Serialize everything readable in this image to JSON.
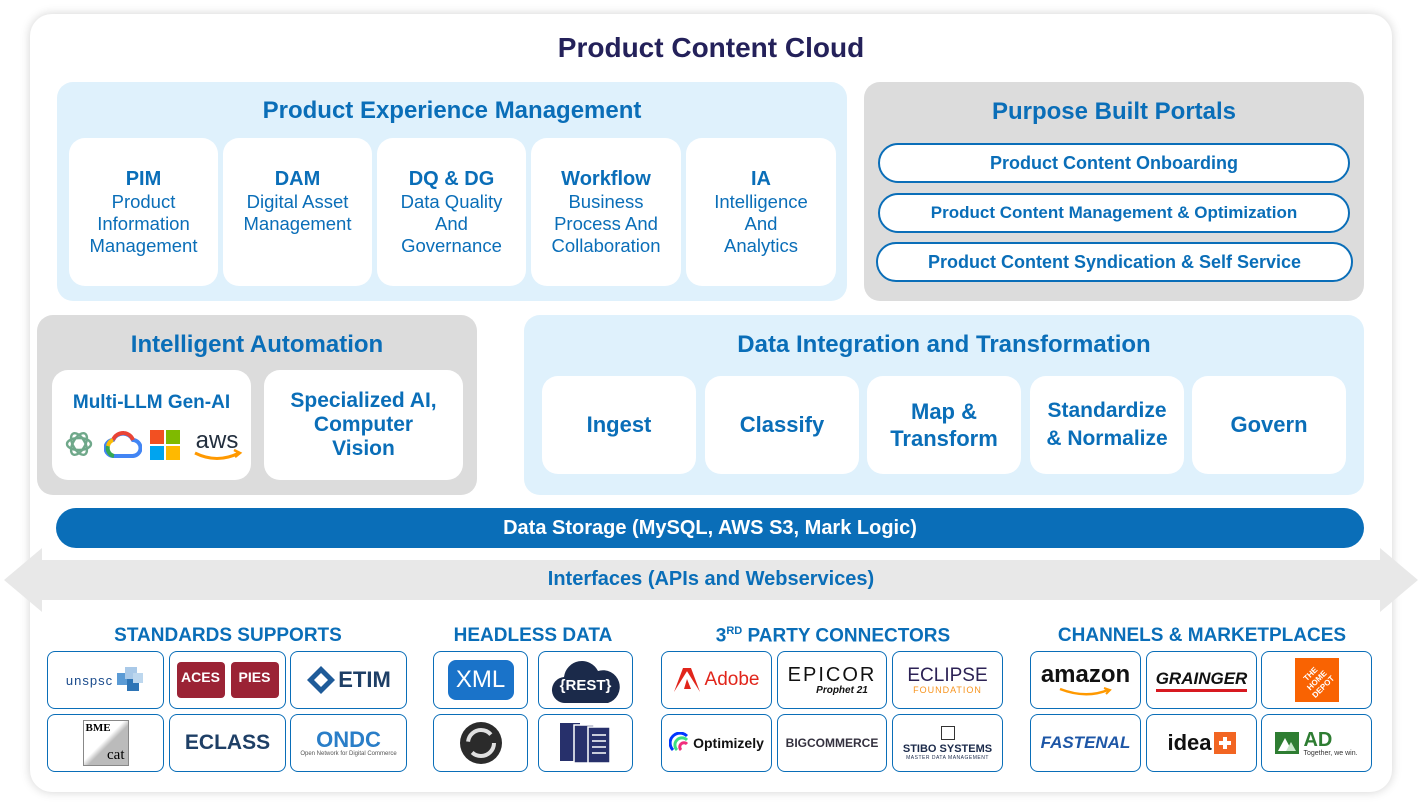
{
  "title": "Product Content Cloud",
  "pxm": {
    "title": "Product Experience Management",
    "cards": [
      {
        "title": "PIM",
        "sub": [
          "Product",
          "Information",
          "Management"
        ]
      },
      {
        "title": "DAM",
        "sub": [
          "Digital Asset",
          "Management"
        ]
      },
      {
        "title": "DQ & DG",
        "sub": [
          "Data Quality",
          "And",
          "Governance"
        ]
      },
      {
        "title": "Workflow",
        "sub": [
          "Business",
          "Process And",
          "Collaboration"
        ]
      },
      {
        "title": "IA",
        "sub": [
          "Intelligence",
          "And",
          "Analytics"
        ]
      }
    ]
  },
  "portals": {
    "title": "Purpose Built Portals",
    "items": [
      "Product Content Onboarding",
      "Product Content Management & Optimization",
      "Product Content Syndication & Self Service"
    ]
  },
  "automation": {
    "title": "Intelligent Automation",
    "card1": "Multi-LLM Gen-AI",
    "card2": [
      "Specialized AI,",
      "Computer",
      "Vision"
    ],
    "logos": [
      "openai-icon",
      "google-cloud-icon",
      "microsoft-icon",
      "aws-icon"
    ]
  },
  "integration": {
    "title": "Data Integration and Transformation",
    "cards": [
      [
        "Ingest"
      ],
      [
        "Classify"
      ],
      [
        "Map &",
        "Transform"
      ],
      [
        "Standardize",
        "& Normalize"
      ],
      [
        "Govern"
      ]
    ]
  },
  "storage": "Data Storage (MySQL, AWS S3, Mark Logic)",
  "interfaces": "Interfaces (APIs and Webservices)",
  "sections": {
    "standards": {
      "title": "STANDARDS SUPPORTS",
      "logos": [
        "unspsc",
        "ACES",
        "PIES",
        "ETIM",
        "BME",
        "cat",
        "ECLASS",
        "ONDC",
        "Open Network for Digital Commerce"
      ]
    },
    "headless": {
      "title": "HEADLESS DATA",
      "logos": [
        "XML",
        "{REST}",
        "json-icon",
        "documents-icon"
      ]
    },
    "connectors": {
      "title_pre": "3",
      "title_sup": "RD",
      "title_post": " PARTY CONNECTORS",
      "logos": [
        "Adobe",
        "EPICOR",
        "Prophet 21",
        "ECLIPSE",
        "FOUNDATION",
        "Optimizely",
        "BIGCOMMERCE",
        "STIBO SYSTEMS",
        "MASTER DATA MANAGEMENT"
      ]
    },
    "channels": {
      "title": "CHANNELS & MARKETPLACES",
      "logos": [
        "amazon",
        "GRAINGER",
        "THE HOME DEPOT",
        "FASTENAL",
        "idea",
        "AD",
        "Together, we win."
      ]
    }
  },
  "colors": {
    "brand_blue": "#0a6eb8",
    "navy": "#24215a",
    "light_blue": "#dff1fc",
    "gray": "#dcdcdc"
  }
}
